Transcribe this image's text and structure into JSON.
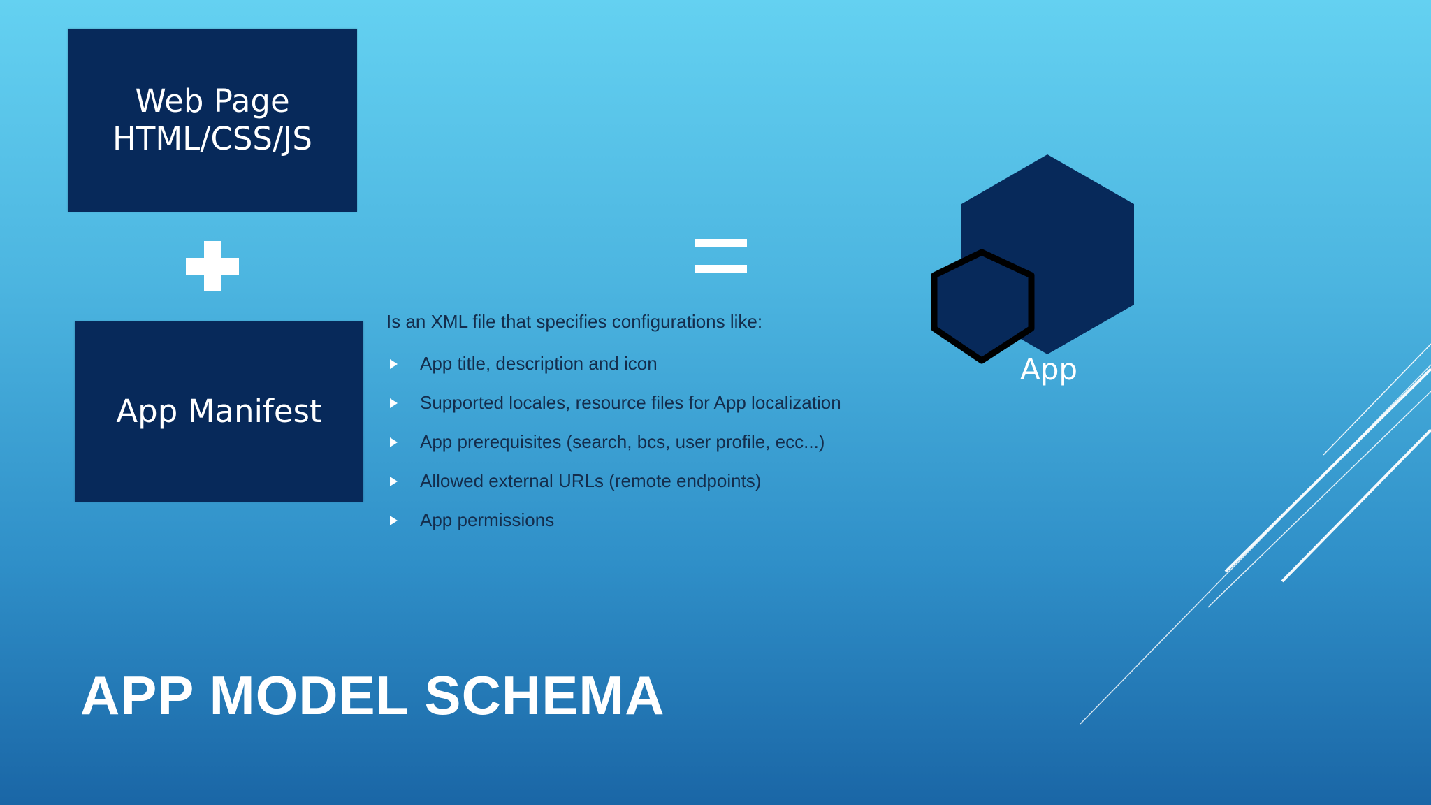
{
  "diagram": {
    "web_page_box": {
      "label": "Web Page\nHTML/CSS/JS"
    },
    "manifest_box": {
      "label": "App Manifest"
    },
    "plus_symbol": "+",
    "equals_symbol": "=",
    "app_label": "App"
  },
  "description": {
    "intro": "Is an XML file that specifies configurations like:",
    "items": [
      "App title, description and icon",
      "Supported locales, resource files for App localization",
      "App prerequisites (search, bcs, user profile, ecc...)",
      "Allowed external URLs (remote endpoints)",
      "App permissions"
    ]
  },
  "slide_title": "APP MODEL SCHEMA",
  "colors": {
    "box_fill": "#07295a",
    "hexagon_fill": "#07295a",
    "hexagon_outline": "#000000",
    "text_dark": "#142d4c",
    "text_light": "#ffffff"
  },
  "icons": {
    "plus": "plus-icon",
    "equals": "equals-icon",
    "bullet": "triangle-bullet-icon",
    "app": "hexagon-icon"
  }
}
